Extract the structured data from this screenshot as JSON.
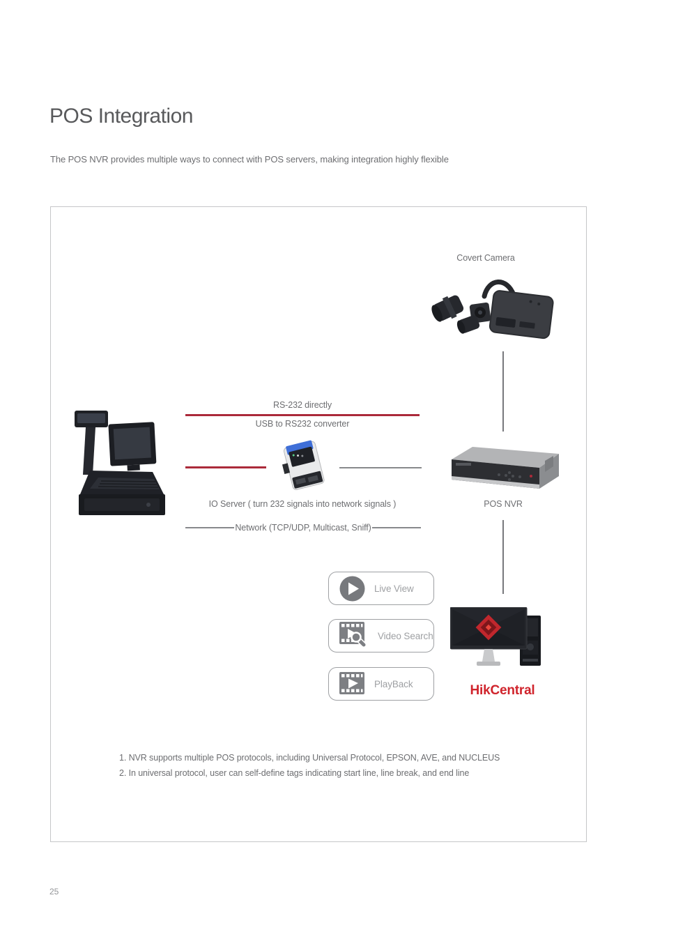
{
  "page": {
    "title": "POS Integration",
    "subtitle": "The POS NVR provides multiple ways to connect with POS servers, making integration highly flexible",
    "page_number": "25"
  },
  "diagram": {
    "covert_camera_label": "Covert Camera",
    "rs232_label": "RS-232 directly",
    "usb_converter_label": "USB to RS232 converter",
    "io_server_label": "IO Server ( turn 232 signals into network signals )",
    "network_label": "Network (TCP/UDP, Multicast, Sniff)",
    "pos_nvr_label": "POS NVR",
    "hikcentral_label": "HikCentral",
    "buttons": [
      {
        "label": "Live View",
        "icon": "play-circle-icon"
      },
      {
        "label": "Video Search",
        "icon": "film-search-icon"
      },
      {
        "label": "PlayBack",
        "icon": "film-play-icon"
      }
    ],
    "notes": [
      "1. NVR supports multiple POS protocols, including Universal Protocol, EPSON, AVE, and NUCLEUS",
      "2. In universal protocol, user can self-define tags indicating start line, line break, and end line"
    ],
    "colors": {
      "accent_red": "#ab2a3a",
      "hikcentral_red": "#d0242c",
      "connector_gray": "#87898c",
      "text_gray": "#6d6e71"
    }
  }
}
